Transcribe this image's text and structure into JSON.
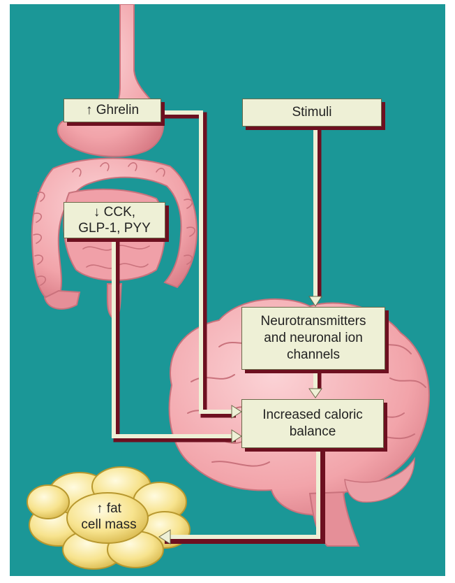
{
  "diagram": {
    "nodes": {
      "ghrelin": "↑ Ghrelin",
      "stimuli": "Stimuli",
      "gut_hormones": "↓ CCK,\nGLP-1, PYY",
      "neurotransmitters": "Neurotransmitters\nand neuronal ion\nchannels",
      "caloric_balance": "Increased caloric\nbalance",
      "fat_mass": "↑ fat\ncell mass"
    },
    "edges": [
      {
        "from": "ghrelin",
        "to": "caloric_balance"
      },
      {
        "from": "stimuli",
        "to": "neurotransmitters"
      },
      {
        "from": "neurotransmitters",
        "to": "caloric_balance"
      },
      {
        "from": "gut_hormones",
        "to": "caloric_balance"
      },
      {
        "from": "caloric_balance",
        "to": "fat_mass"
      }
    ],
    "colors": {
      "background": "#1b9797",
      "box_fill": "#eef0d6",
      "arrow_shadow": "#6d1020",
      "organ_pink": "#f2a4aa",
      "fat_yellow": "#f7e38e"
    }
  }
}
